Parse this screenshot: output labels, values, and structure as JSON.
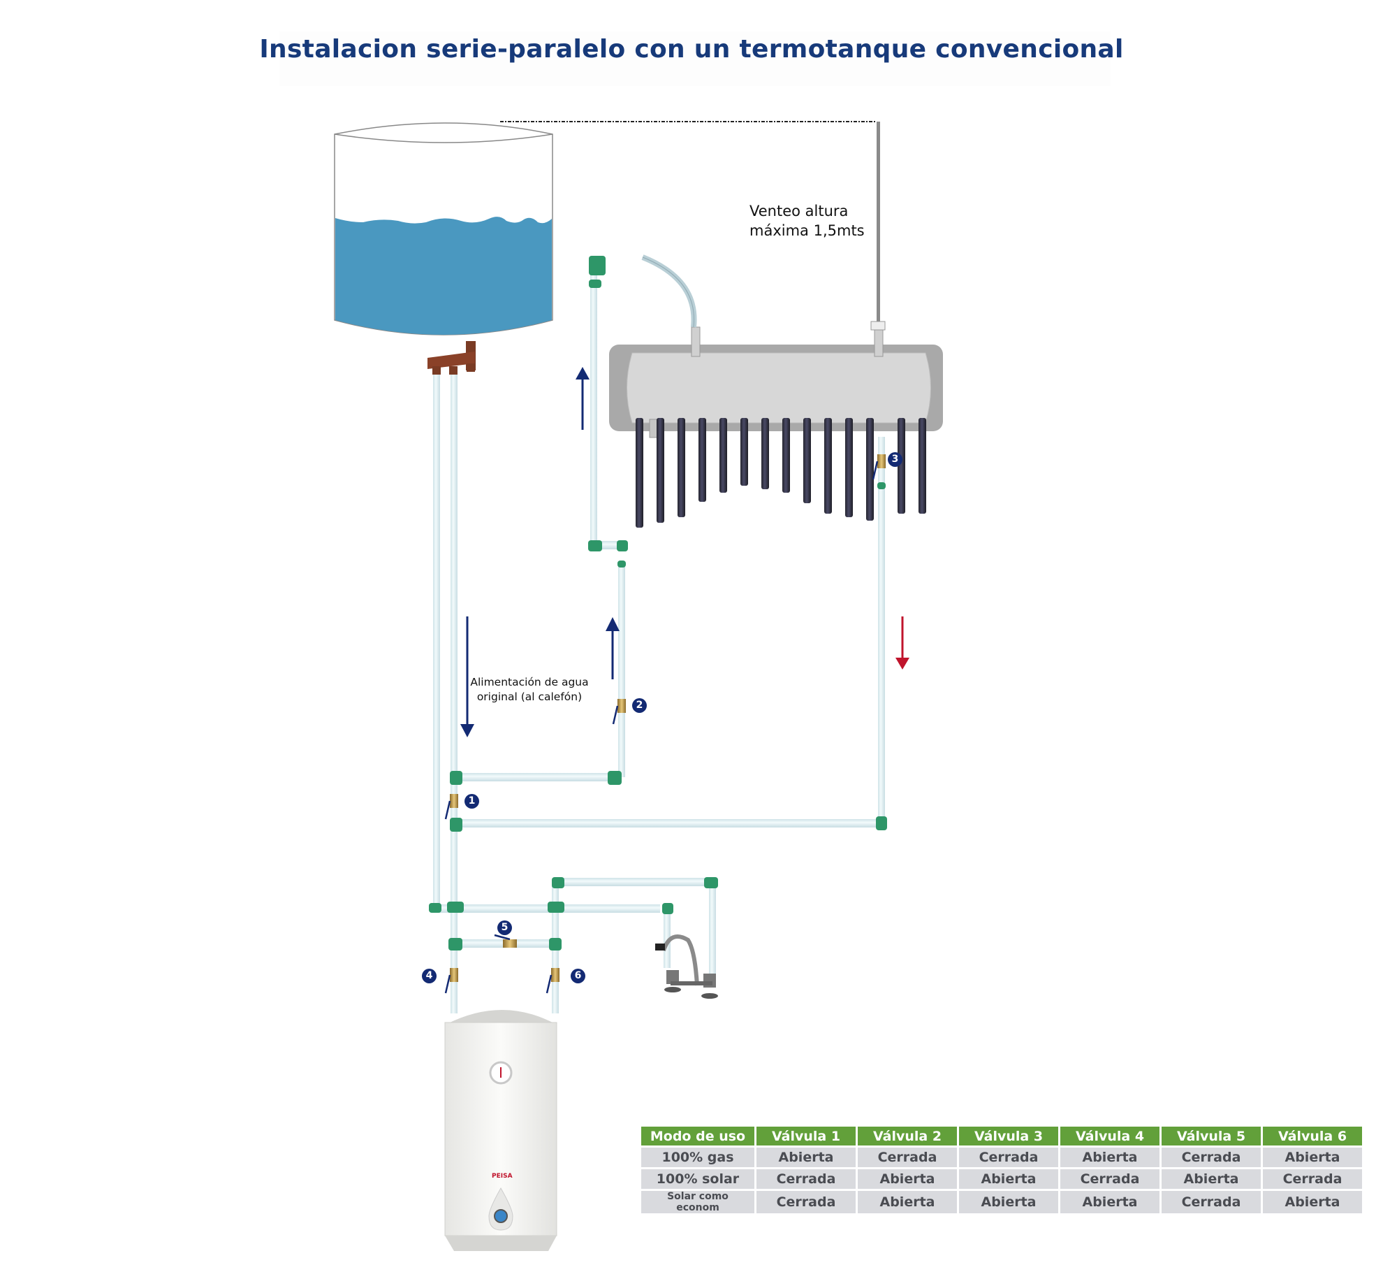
{
  "title": "Instalacion serie-paralelo con un termotanque convencional",
  "labels": {
    "vent_line1": "Venteo altura",
    "vent_line2": "máxima 1,5mts",
    "feed_line1": "Alimentación de agua",
    "feed_line2": "original (al calefón)"
  },
  "valves": [
    {
      "id": 1,
      "label": "1"
    },
    {
      "id": 2,
      "label": "2"
    },
    {
      "id": 3,
      "label": "3"
    },
    {
      "id": 4,
      "label": "4"
    },
    {
      "id": 5,
      "label": "5"
    },
    {
      "id": 6,
      "label": "6"
    }
  ],
  "heater": {
    "brand": "PEISA"
  },
  "colors": {
    "title": "#173a7a",
    "water": "#4a98c0",
    "pipe": "#e4f1f4",
    "fitting": "#2e9668",
    "arrow_cold": "#132a73",
    "arrow_hot": "#c0142c",
    "table_header": "#62a03a",
    "table_cell": "#d9dade"
  },
  "table": {
    "headers": [
      "Modo de uso",
      "Válvula 1",
      "Válvula 2",
      "Válvula 3",
      "Válvula 4",
      "Válvula 5",
      "Válvula 6"
    ],
    "rows": [
      [
        "100% gas",
        "Abierta",
        "Cerrada",
        "Cerrada",
        "Abierta",
        "Cerrada",
        "Abierta"
      ],
      [
        "100% solar",
        "Cerrada",
        "Abierta",
        "Abierta",
        "Cerrada",
        "Abierta",
        "Cerrada"
      ],
      [
        "Solar como econom",
        "Cerrada",
        "Abierta",
        "Abierta",
        "Abierta",
        "Cerrada",
        "Abierta"
      ]
    ]
  }
}
